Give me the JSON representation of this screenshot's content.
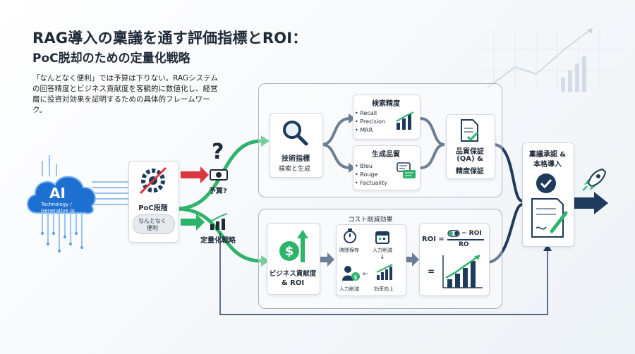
{
  "title": {
    "line1": "RAG導入の稟議を通す評価指標とROI：",
    "line2": "PoC脱却のための定量化戦略"
  },
  "intro": "「なんとなく便利」では予算は下りない。RAGシステムの回答精度とビジネス貢献度を客観的に数値化し、経営層に投資対効果を証明するための具体的フレームワーク。",
  "ai_cloud": {
    "big": "AI",
    "line1": "Technology /",
    "line2": "Generative AI"
  },
  "poc": {
    "label": "PoC段階",
    "pill_line1": "なんとなく",
    "pill_line2": "便利"
  },
  "budget": {
    "question": "?",
    "label": "予算?"
  },
  "quant": {
    "label": "定量化戦略"
  },
  "tech": {
    "line1": "技術指標",
    "line2": "検索と生成"
  },
  "retrieval": {
    "title": "検索精度",
    "items": [
      "Recall",
      "Precision",
      "MRR"
    ]
  },
  "generation": {
    "title": "生成品質",
    "items": [
      "Bleu",
      "Rouge",
      "Factuality"
    ]
  },
  "qa": {
    "line1": "品質保証",
    "line2": "(QA) &",
    "line3": "精度保証"
  },
  "biz": {
    "line1": "ビジネス貢献度",
    "line2": "& ROI"
  },
  "cost": {
    "title": "コスト削減効果",
    "time": "時間保存",
    "labor_reduction_top": "人力削減",
    "labor_reduction_bottom": "人力削減",
    "efficiency": "効率向上"
  },
  "roi": {
    "lhs": "ROI =",
    "numerator": "− ROI",
    "denominator": "RO",
    "equals": "="
  },
  "approval": {
    "line1": "稟議承認 &",
    "line2": "本格導入"
  },
  "colors": {
    "navy": "#1e3a5c",
    "green": "#2db36a",
    "red": "#d9363e",
    "blue": "#2f7dd1"
  }
}
